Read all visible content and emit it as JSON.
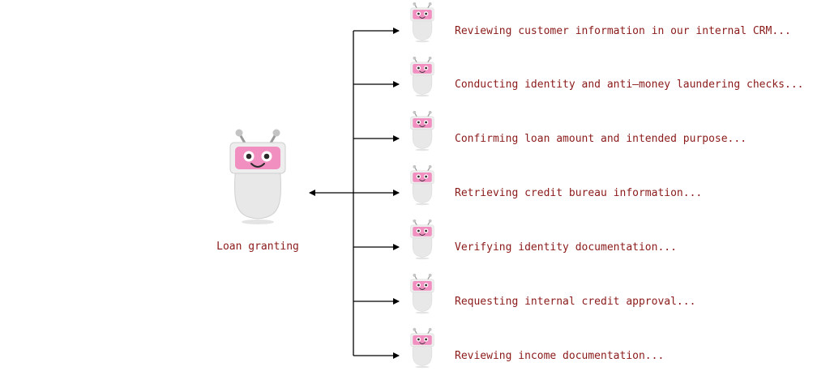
{
  "main_agent": {
    "label": "Loan granting",
    "icon": "robot-icon"
  },
  "sub_agents": [
    {
      "label": "Reviewing customer information in our internal CRM...",
      "icon": "robot-icon"
    },
    {
      "label": "Conducting identity and anti—money laundering checks...",
      "icon": "robot-icon"
    },
    {
      "label": "Confirming loan amount and intended purpose...",
      "icon": "robot-icon"
    },
    {
      "label": "Retrieving credit bureau information...",
      "icon": "robot-icon"
    },
    {
      "label": "Verifying identity documentation...",
      "icon": "robot-icon"
    },
    {
      "label": "Requesting internal credit approval...",
      "icon": "robot-icon"
    },
    {
      "label": "Reviewing income documentation...",
      "icon": "robot-icon"
    }
  ],
  "colors": {
    "text": "#8b1a1a",
    "robot_face": "#f08fc0",
    "robot_body": "#e6e6e6",
    "connector": "#000000"
  }
}
